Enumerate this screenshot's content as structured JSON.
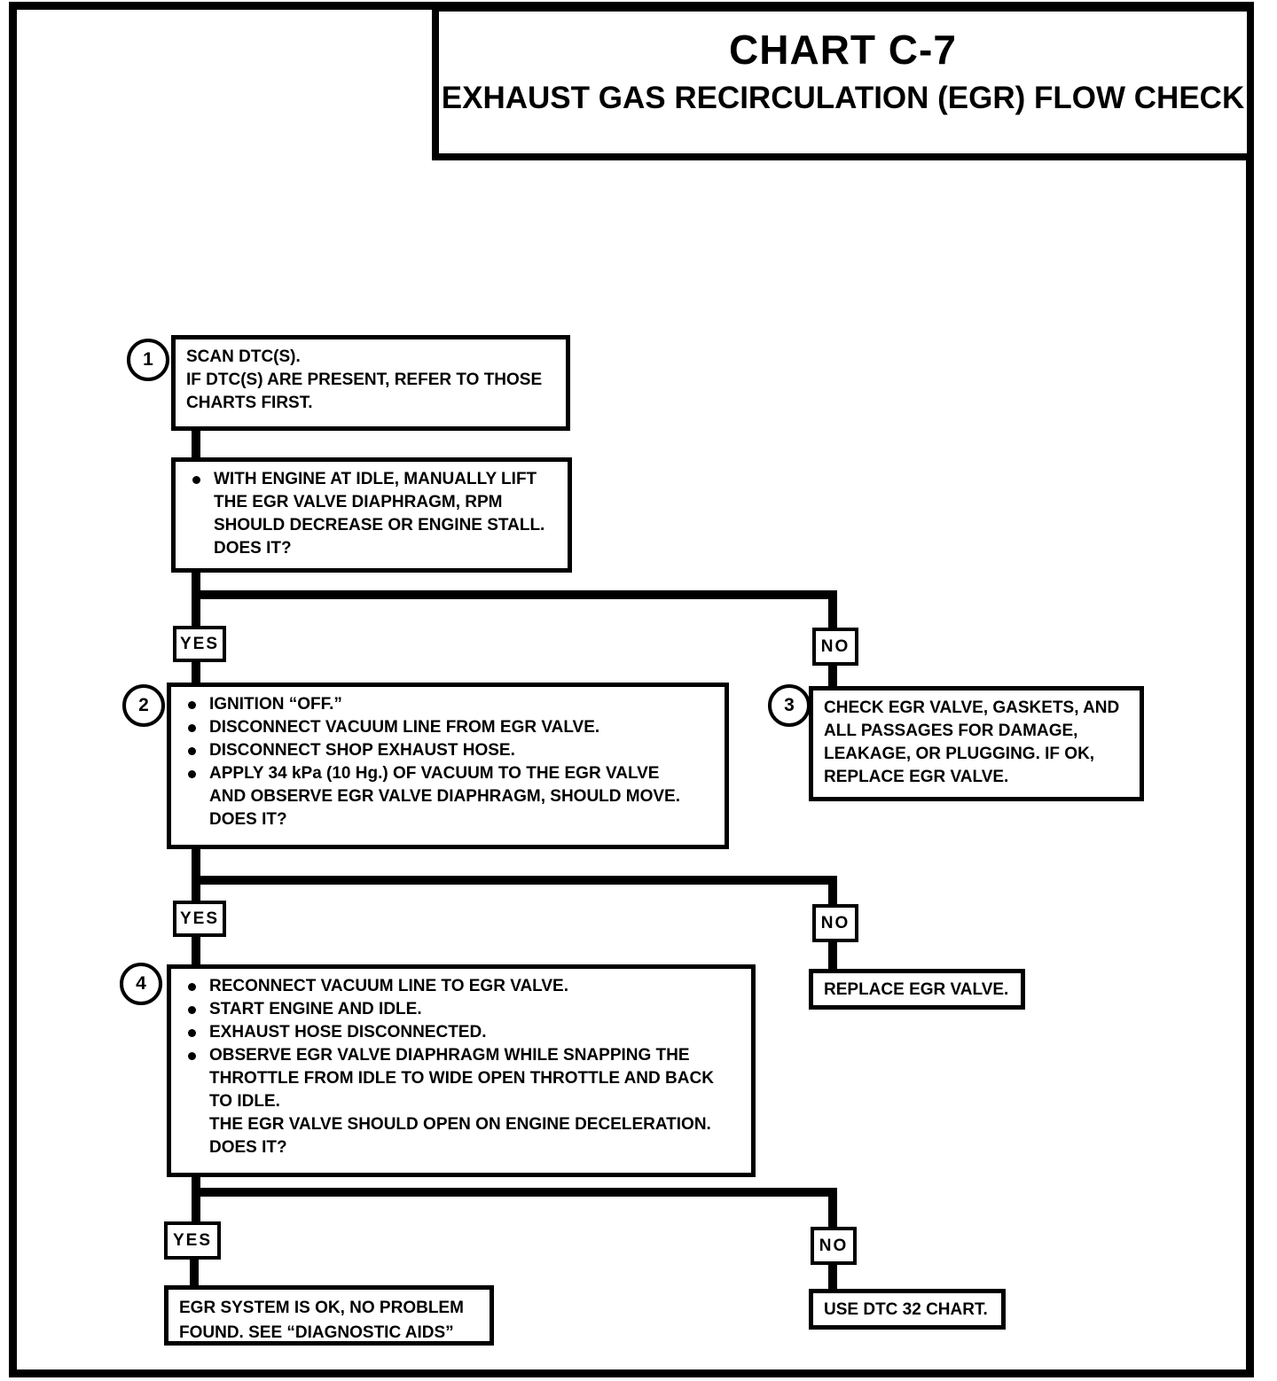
{
  "title_block": {
    "title": "CHART C-7",
    "subtitle": "EXHAUST GAS RECIRCULATION (EGR) FLOW CHECK"
  },
  "labels": {
    "yes": "YES",
    "no": "NO"
  },
  "steps": {
    "s1": {
      "number": "1",
      "text": "SCAN DTC(S).\nIF DTC(S) ARE PRESENT, REFER TO THOSE\nCHARTS FIRST."
    },
    "idle_check": {
      "bullets": [
        "WITH ENGINE AT IDLE, MANUALLY LIFT\nTHE EGR VALVE DIAPHRAGM, RPM\nSHOULD DECREASE OR ENGINE STALL.\nDOES IT?"
      ]
    },
    "s2": {
      "number": "2",
      "bullets": [
        "IGNITION “OFF.”",
        "DISCONNECT VACUUM LINE FROM EGR VALVE.",
        "DISCONNECT SHOP EXHAUST HOSE.",
        "APPLY 34 kPa (10 Hg.) OF VACUUM TO THE EGR VALVE\nAND OBSERVE EGR VALVE DIAPHRAGM, SHOULD MOVE.\nDOES IT?"
      ]
    },
    "s3": {
      "number": "3",
      "text": "CHECK EGR VALVE, GASKETS, AND\nALL PASSAGES FOR DAMAGE,\nLEAKAGE, OR PLUGGING.  IF OK,\nREPLACE EGR VALVE."
    },
    "s4": {
      "number": "4",
      "bullets": [
        "RECONNECT VACUUM LINE TO EGR VALVE.",
        "START ENGINE AND IDLE.",
        "EXHAUST HOSE DISCONNECTED.",
        "OBSERVE EGR VALVE DIAPHRAGM WHILE SNAPPING THE\nTHROTTLE FROM IDLE TO WIDE OPEN THROTTLE AND BACK\nTO IDLE.\nTHE EGR VALVE SHOULD OPEN ON ENGINE DECELERATION.\nDOES IT?"
      ]
    },
    "replace_valve": {
      "text": "REPLACE EGR VALVE."
    },
    "egr_ok": {
      "text": "EGR SYSTEM IS OK, NO PROBLEM\nFOUND.  SEE “DIAGNOSTIC AIDS”"
    },
    "use_dtc32": {
      "text": "USE DTC 32 CHART."
    }
  },
  "colors": {
    "ink": "#000000",
    "paper": "#ffffff"
  }
}
